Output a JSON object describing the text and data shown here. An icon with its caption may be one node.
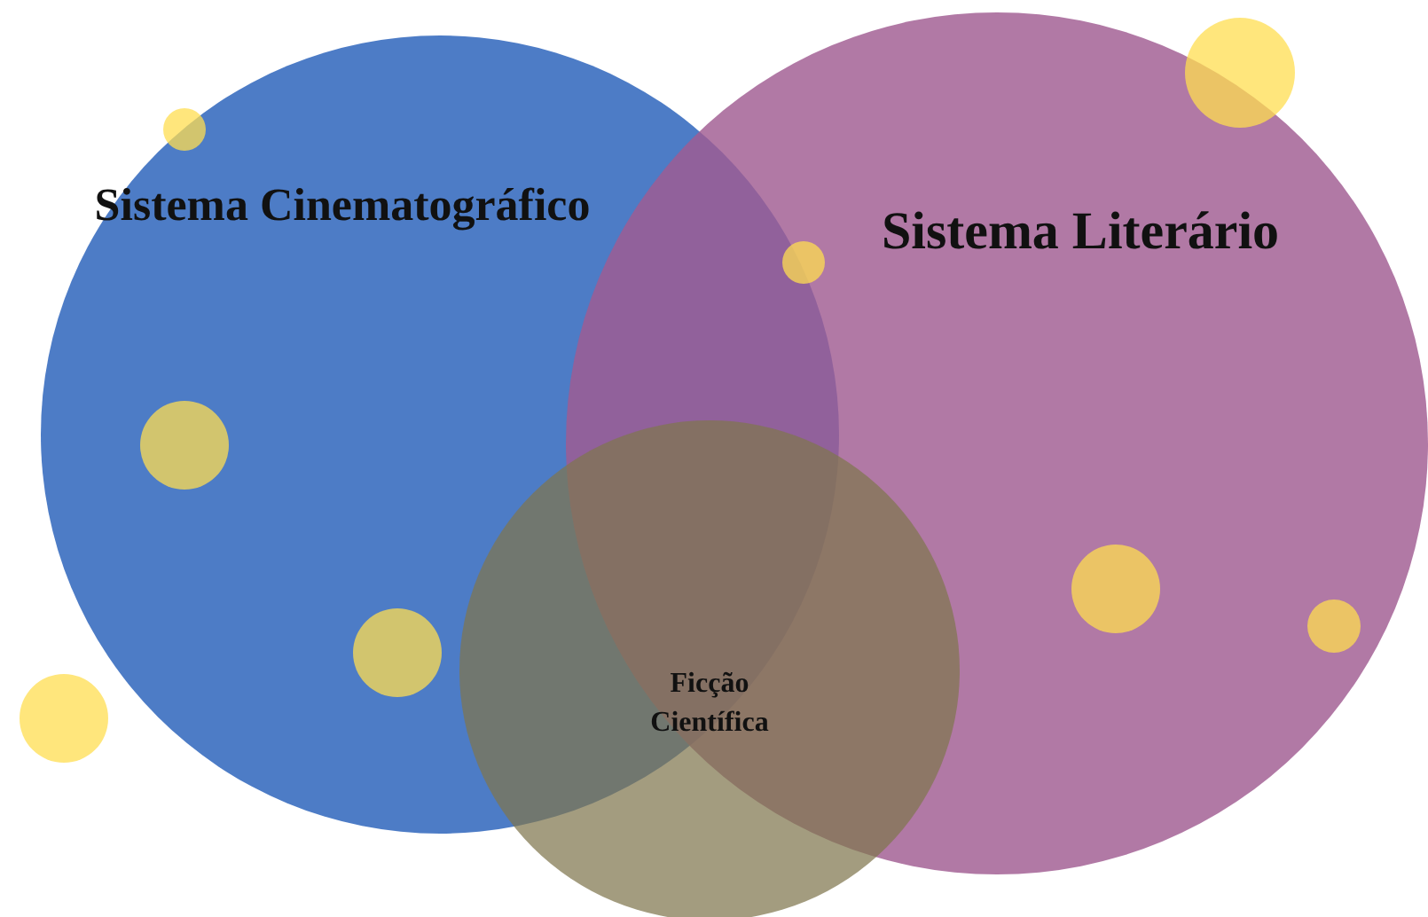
{
  "diagram": {
    "nodes": [
      {
        "text": [
          "Sistema Cinematográfico"
        ]
      },
      {
        "text": [
          "Sistema Literário"
        ]
      },
      {
        "text": [
          "Ficção Científica"
        ]
      }
    ]
  }
}
